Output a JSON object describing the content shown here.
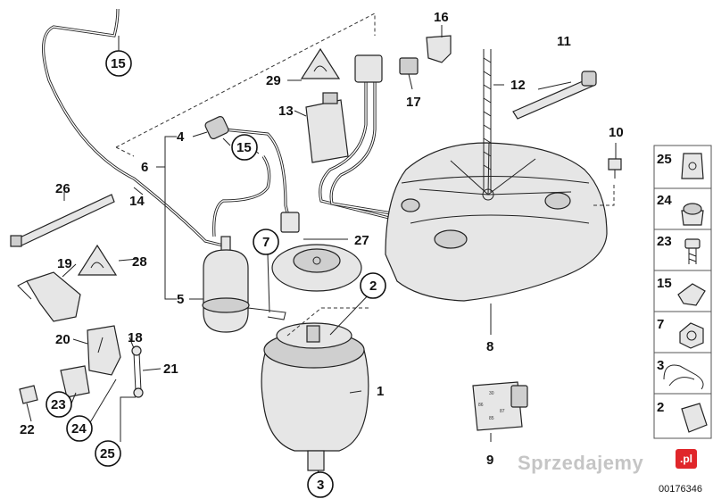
{
  "callouts": {
    "c1": "1",
    "c2": "2",
    "c3": "3",
    "c4": "4",
    "c5": "5",
    "c6": "6",
    "c7": "7",
    "c8": "8",
    "c9": "9",
    "c10": "10",
    "c11": "11",
    "c12": "12",
    "c13": "13",
    "c14": "14",
    "c15a": "15",
    "c15b": "15",
    "c16": "16",
    "c17": "17",
    "c18": "18",
    "c19": "19",
    "c20": "20",
    "c21": "21",
    "c22": "22",
    "c23": "23",
    "c24": "24",
    "c25": "25",
    "c26": "26",
    "c27": "27",
    "c28": "28",
    "c29": "29"
  },
  "side_panel": [
    "25",
    "24",
    "23",
    "15",
    "7",
    "3",
    "2"
  ],
  "relay_pins": [
    "30",
    "86",
    "87",
    "85"
  ],
  "watermark": {
    "text": "Sprzedajemy",
    "badge": ".pl"
  },
  "diagram_code": "00176346",
  "colors": {
    "line": "#222222",
    "part_fill": "#e6e6e6",
    "watermark_badge": "#e0262a"
  }
}
